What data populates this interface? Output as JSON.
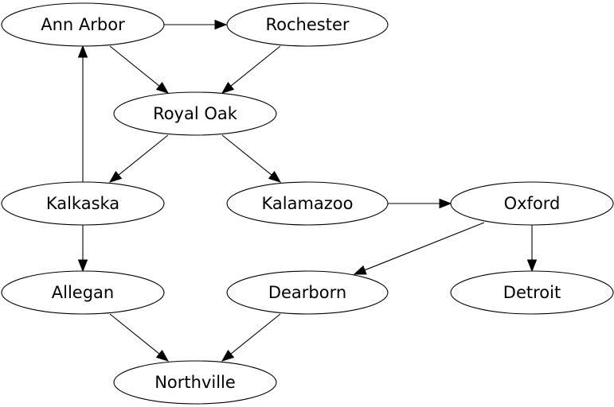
{
  "graph": {
    "type": "directed",
    "nodes": [
      {
        "id": "ann_arbor",
        "label": "Ann Arbor"
      },
      {
        "id": "rochester",
        "label": "Rochester"
      },
      {
        "id": "royal_oak",
        "label": "Royal Oak"
      },
      {
        "id": "kalkaska",
        "label": "Kalkaska"
      },
      {
        "id": "kalamazoo",
        "label": "Kalamazoo"
      },
      {
        "id": "oxford",
        "label": "Oxford"
      },
      {
        "id": "allegan",
        "label": "Allegan"
      },
      {
        "id": "dearborn",
        "label": "Dearborn"
      },
      {
        "id": "detroit",
        "label": "Detroit"
      },
      {
        "id": "northville",
        "label": "Northville"
      }
    ],
    "edges": [
      {
        "from": "ann_arbor",
        "to": "rochester"
      },
      {
        "from": "ann_arbor",
        "to": "royal_oak"
      },
      {
        "from": "rochester",
        "to": "royal_oak"
      },
      {
        "from": "royal_oak",
        "to": "kalkaska"
      },
      {
        "from": "royal_oak",
        "to": "kalamazoo"
      },
      {
        "from": "kalkaska",
        "to": "ann_arbor"
      },
      {
        "from": "kalkaska",
        "to": "allegan"
      },
      {
        "from": "kalamazoo",
        "to": "oxford"
      },
      {
        "from": "oxford",
        "to": "dearborn"
      },
      {
        "from": "oxford",
        "to": "detroit"
      },
      {
        "from": "allegan",
        "to": "northville"
      },
      {
        "from": "dearborn",
        "to": "northville"
      }
    ]
  }
}
